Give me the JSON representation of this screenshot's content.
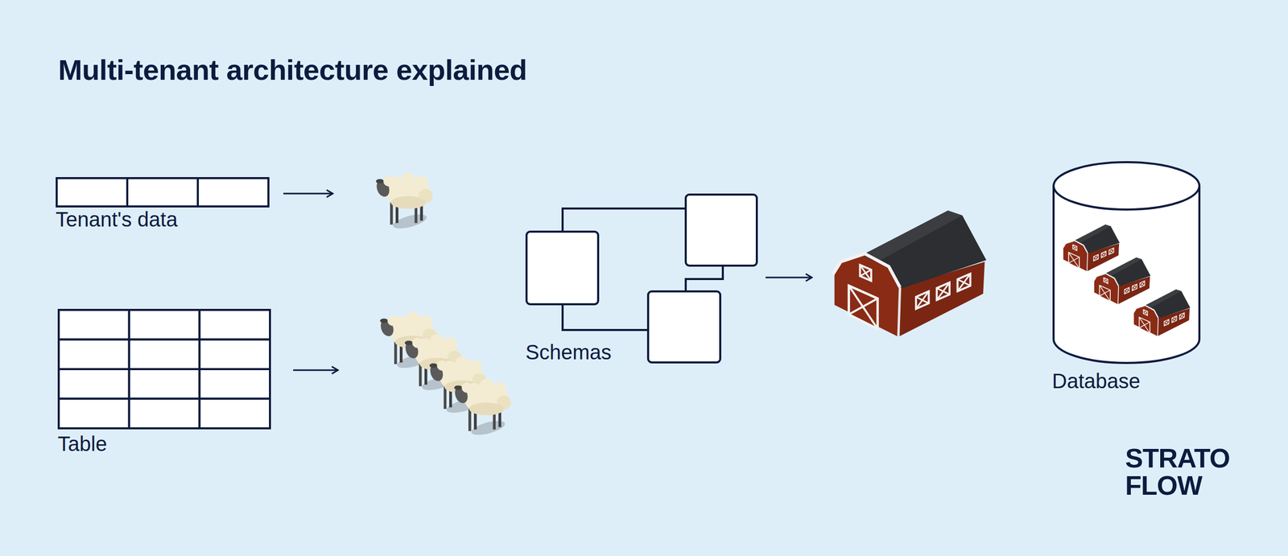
{
  "diagram": {
    "title": "Multi-tenant architecture explained",
    "nodes": [
      {
        "text": [
          "Tenant's data"
        ]
      },
      {
        "text": [
          "Table"
        ]
      },
      {
        "text": [
          "Schemas"
        ]
      },
      {
        "text": [
          "Database"
        ]
      }
    ],
    "labels": [
      "STRATO",
      "FLOW"
    ]
  }
}
